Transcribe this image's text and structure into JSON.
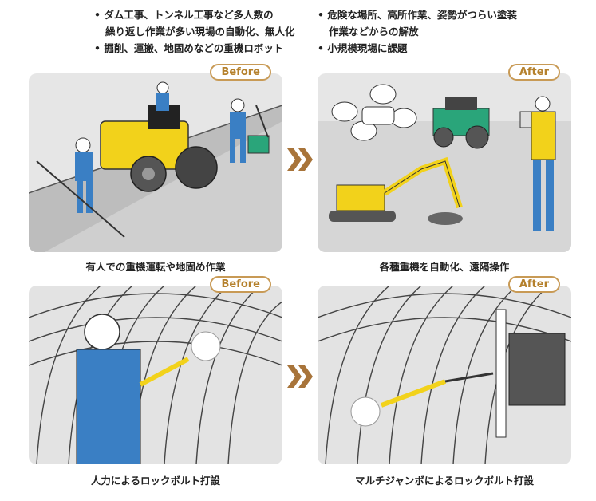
{
  "bullets_left": {
    "item1_line1": "ダム工事、トンネル工事など多人数の",
    "item1_line2": "繰り返し作業が多い現場の自動化、無人化",
    "item2": "掘削、運搬、地固めなどの重機ロボット"
  },
  "bullets_right": {
    "item1_line1": "危険な場所、高所作業、姿勢がつらい塗装",
    "item1_line2": "作業などからの解放",
    "item2": "小規模現場に課題"
  },
  "panels": {
    "top_left": {
      "badge": "Before",
      "caption": "有人での重機運転や地固め作業"
    },
    "top_right": {
      "badge": "After",
      "caption": "各種重機を自動化、遠隔操作"
    },
    "bottom_left": {
      "badge": "Before",
      "caption": "人力によるロックボルト打設"
    },
    "bottom_right": {
      "badge": "After",
      "caption": "マルチジャンボによるロックボルト打設"
    }
  },
  "colors": {
    "accent": "#c89a55",
    "arrow": "#a8743a",
    "panel_bg": "#e6e6e6",
    "machine_yellow": "#f2d21b",
    "worker_blue": "#3a7fc4"
  },
  "icons": [
    "double-chevron-right-icon",
    "drone-icon",
    "excavator-icon",
    "roller-icon",
    "worker-icon",
    "rock-drill-icon"
  ]
}
